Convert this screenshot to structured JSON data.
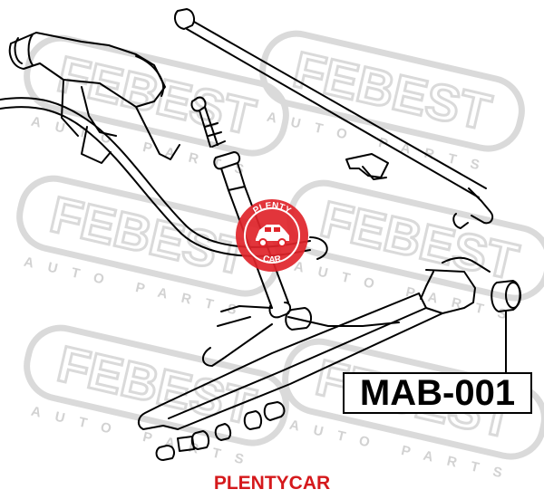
{
  "watermark": {
    "brand": "FEBEST",
    "tagline": "AUTO PARTS",
    "color": "#d9d9d9"
  },
  "stamp": {
    "top_text": "PLENTY",
    "bottom_text": "CAR",
    "color": "#e0242a"
  },
  "part_label": "MAB-001",
  "footer_brand": "PLENTYCAR",
  "colors": {
    "line": "#000000",
    "footer": "#d5191c"
  }
}
